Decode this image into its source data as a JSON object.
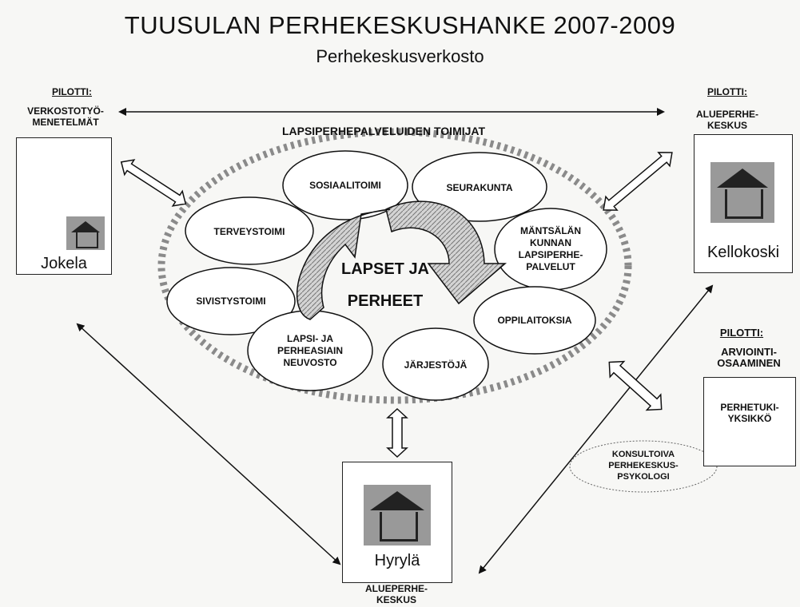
{
  "header": {
    "title": "TUUSULAN PERHEKESKUSHANKE 2007-2009",
    "subtitle": "Perhekeskusverkosto"
  },
  "center": {
    "heading": "LAPSIPERHEPALVELUIDEN TOIMIJAT",
    "core_line1": "LAPSET JA",
    "core_line2": "PERHEET",
    "actors": [
      "SOSIAALITOIMI",
      "SEURAKUNTA",
      "TERVEYSTOIMI",
      "MÄNTSÄLÄN KUNNAN LAPSIPERHE- PALVELUT",
      "SIVISTYSTOIMI",
      "OPPILAITOKSIA",
      "LAPSI- JA PERHEASIAIN NEUVOSTO",
      "JÄRJESTÖJÄ"
    ]
  },
  "left_pilot": {
    "label": "PILOTTI:",
    "desc": "VERKOSTOTYÖ- MENETELMÄT",
    "place": "Jokela"
  },
  "right_pilot": {
    "label": "PILOTTI:",
    "desc": "ALUEPERHE- KESKUS",
    "place": "Kellokoski"
  },
  "bottom": {
    "place": "Hyrylä",
    "desc": "ALUEPERHE- KESKUS"
  },
  "eval_pilot": {
    "label": "PILOTTI:",
    "desc": "ARVIOINTI- OSAAMINEN",
    "unit": "PERHETUKI- YKSIKKÖ"
  },
  "consultant": "KONSULTOIVA PERHEKESKUS- PSYKOLOGI",
  "colors": {
    "ring": "#888888",
    "arrow_fill": "#bdbdbd"
  }
}
